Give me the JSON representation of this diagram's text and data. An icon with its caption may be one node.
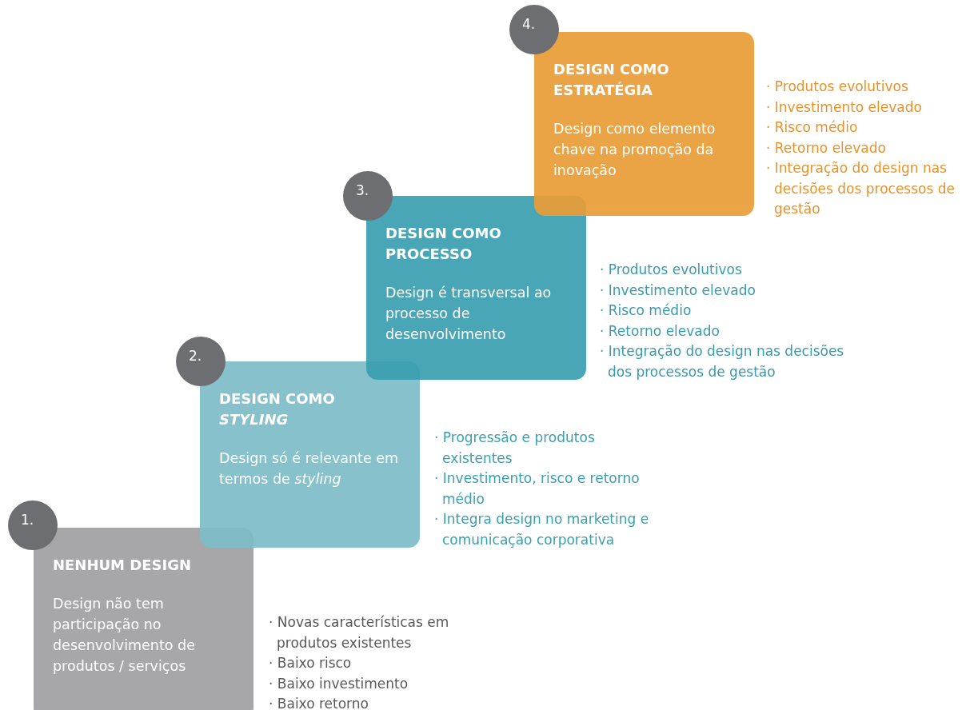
{
  "diagram": {
    "nodes": [
      {
        "text": [
          "4."
        ]
      },
      {
        "text": [
          "DESIGN COMO ESTRATÉGIA",
          "Design como elemento chave na promoção da inovação"
        ],
        "beside": [
          "· Produtos evolutivos",
          "· Investimento elevado",
          "· Risco médio",
          "· Retorno elevado",
          "· Integração do design nas decisões dos processos de gestão"
        ]
      },
      {
        "text": [
          "3."
        ]
      },
      {
        "text": [
          "DESIGN COMO PROCESSO",
          "Design é transversal ao processo de desenvolvimento"
        ],
        "beside": [
          "· Produtos evolutivos",
          "· Investimento elevado",
          "· Risco médio",
          "· Retorno elevado",
          "· Integração do design nas decisões dos processos de gestão"
        ]
      },
      {
        "text": [
          "2."
        ]
      },
      {
        "text": [
          "DESIGN COMO *STYLING*",
          "Design só é relevante em termos de *styling*"
        ],
        "beside": [
          "· Progressão e produtos existentes",
          "· Investimento, risco e retorno médio",
          "· Integra design no marketing e comunicação corporativa"
        ]
      },
      {
        "text": [
          "1."
        ]
      },
      {
        "text": [
          "NENHUM DESIGN",
          "Design não tem participação no desenvolvimento de produtos / serviços"
        ],
        "beside": [
          "· Novas características em produtos existentes",
          "· Baixo risco",
          "· Baixo investimento",
          "· Baixo retorno"
        ]
      }
    ],
    "edges": []
  }
}
